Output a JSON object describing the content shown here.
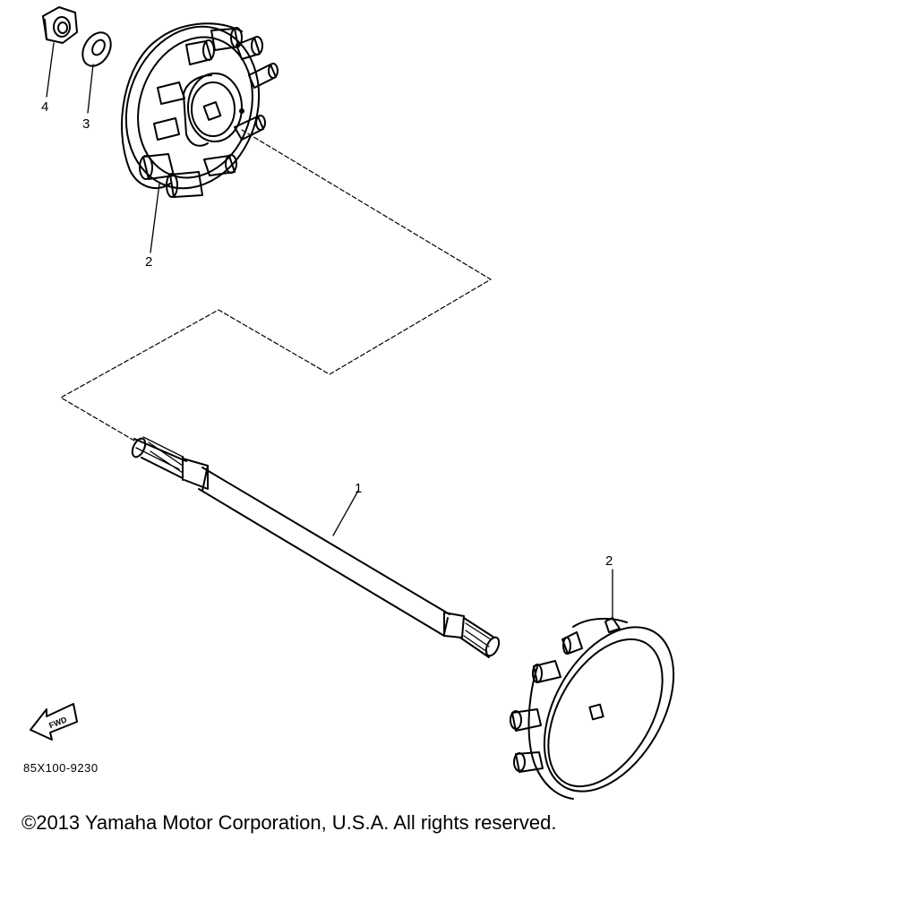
{
  "diagram": {
    "parts": [
      {
        "callout": "1",
        "name": "drive-shaft"
      },
      {
        "callout": "2",
        "name": "coupling"
      },
      {
        "callout": "3",
        "name": "washer"
      },
      {
        "callout": "4",
        "name": "nut"
      }
    ],
    "fwd_label": "FWD",
    "drawing_code": "85X100-9230"
  },
  "footer": {
    "copyright": "©2013 Yamaha Motor Corporation, U.S.A. All rights reserved."
  }
}
